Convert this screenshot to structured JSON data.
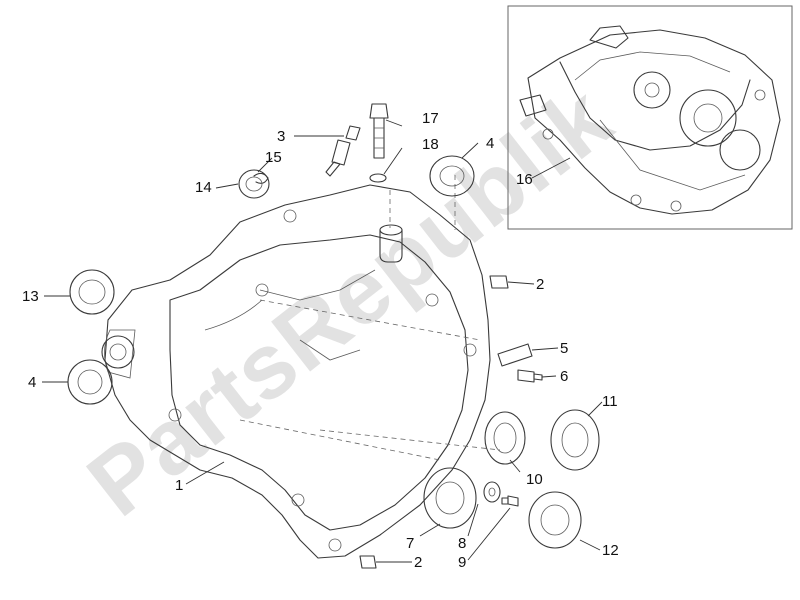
{
  "watermark": "PartsRepublik",
  "callouts": {
    "c1": "1",
    "c2a": "2",
    "c2b": "2",
    "c3": "3",
    "c4a": "4",
    "c4b": "4",
    "c5": "5",
    "c6": "6",
    "c7": "7",
    "c8": "8",
    "c9": "9",
    "c10": "10",
    "c11": "11",
    "c12": "12",
    "c13": "13",
    "c14": "14",
    "c15": "15",
    "c16": "16",
    "c17": "17",
    "c18": "18"
  }
}
